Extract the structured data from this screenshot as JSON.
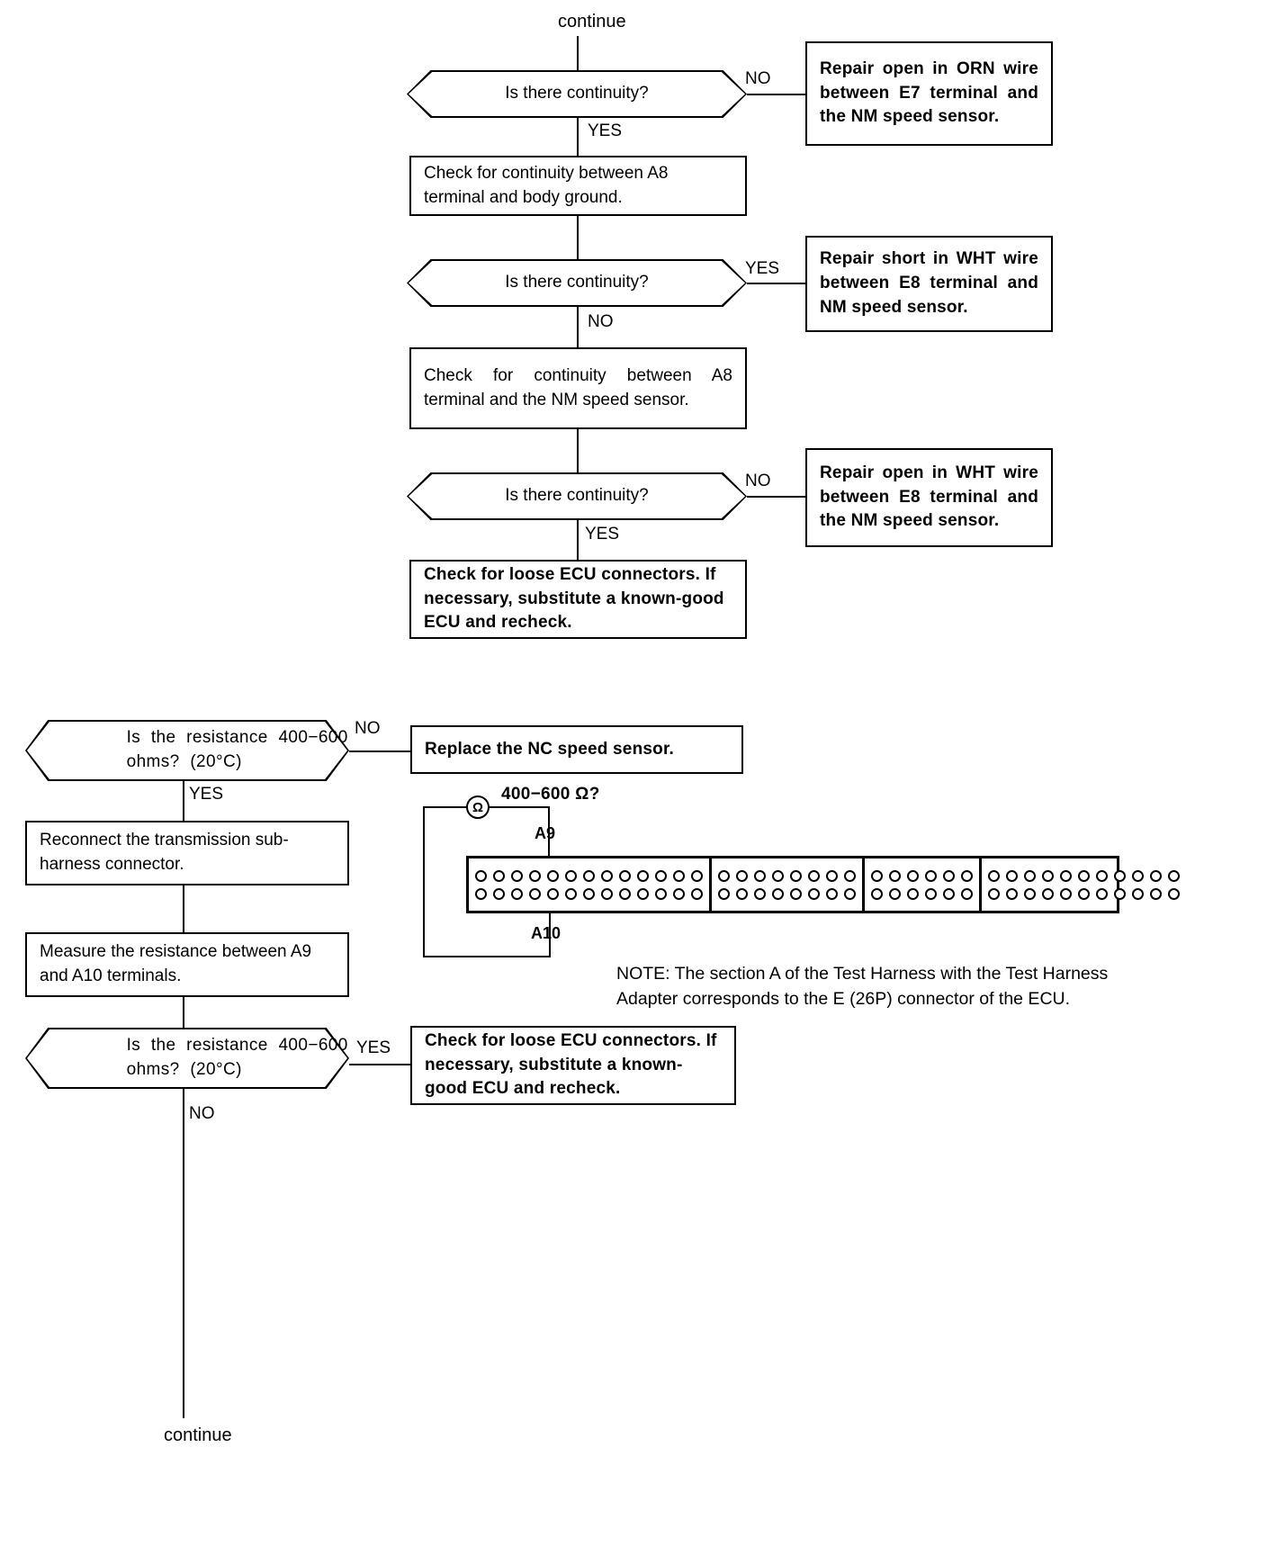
{
  "document": {
    "type": "automotive-troubleshooting-flowchart",
    "top_entry_label": "continue",
    "bottom_exit_label": "continue"
  },
  "upper_flow": {
    "decision_1": {
      "text": "Is there continuity?",
      "no_label": "NO",
      "yes_label": "YES"
    },
    "action_1": {
      "text": "Repair open in ORN wire between E7 terminal and the NM speed sensor."
    },
    "process_1": {
      "text": "Check for continuity between A8 terminal and body ground."
    },
    "decision_2": {
      "text": "Is there continuity?",
      "yes_label": "YES",
      "no_label": "NO"
    },
    "action_2": {
      "text": "Repair short in WHT wire between E8 terminal and NM speed sensor."
    },
    "process_2": {
      "text": "Check for continuity between A8 terminal and the NM speed sensor."
    },
    "decision_3": {
      "text": "Is there continuity?",
      "no_label": "NO",
      "yes_label": "YES"
    },
    "action_3": {
      "text": "Repair open in WHT wire between E8 terminal and the NM speed sensor."
    },
    "process_3": {
      "text": "Check for loose ECU connectors. If necessary, substitute a known-good ECU and recheck."
    }
  },
  "lower_flow": {
    "decision_4": {
      "text": "Is the resistance 400−600 ohms? (20°C)",
      "no_label": "NO",
      "yes_label": "YES"
    },
    "action_4": {
      "text": "Replace the NC speed sensor."
    },
    "process_4": {
      "text": "Reconnect the transmission sub-harness connector."
    },
    "process_5": {
      "text": "Measure the resistance between A9 and A10 terminals."
    },
    "decision_5": {
      "text": "Is the resistance 400−600 ohms? (20°C)",
      "yes_label": "YES",
      "no_label": "NO"
    },
    "action_5": {
      "text": "Check for loose ECU connectors. If necessary, substitute a known-good ECU and recheck."
    }
  },
  "schematic": {
    "meter_symbol": "Ω",
    "measurement_label": "400−600 Ω?",
    "terminal_top": "A9",
    "terminal_bottom": "A10",
    "connector_sections": [
      13,
      8,
      6,
      11
    ],
    "note_text": "NOTE:  The section A of the Test Harness with the Test Harness Adapter corresponds to the E (26P) connector of the ECU."
  }
}
